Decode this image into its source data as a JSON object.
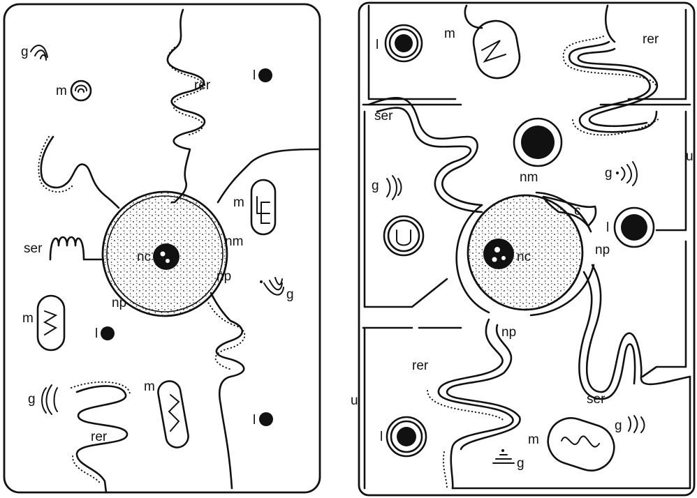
{
  "left_cell": {
    "labels": {
      "g1": "g",
      "m1": "m",
      "rer1": "rer",
      "l1": "l",
      "m2": "m",
      "ser1": "ser",
      "nc": "nc",
      "nm": "nm",
      "np1": "np",
      "np2": "np",
      "g2": "g",
      "m3": "m",
      "l2": "l",
      "g3": "g",
      "m4": "m",
      "rer2": "rer",
      "l3": "l"
    }
  },
  "right_cell": {
    "labels": {
      "l1": "l",
      "m1": "m",
      "rer1": "rer",
      "ser1": "ser",
      "u1": "u",
      "g1": "g",
      "nm": "nm",
      "g2": "g",
      "c": "c",
      "l2": "l",
      "nc": "nc",
      "np1": "np",
      "np2": "np",
      "rer2": "rer",
      "ser2": "ser",
      "u2": "u",
      "l3": "l",
      "m2": "m",
      "g3": "g",
      "g4": "g"
    }
  },
  "colors": {
    "ink": "#111111",
    "paper": "#ffffff"
  }
}
